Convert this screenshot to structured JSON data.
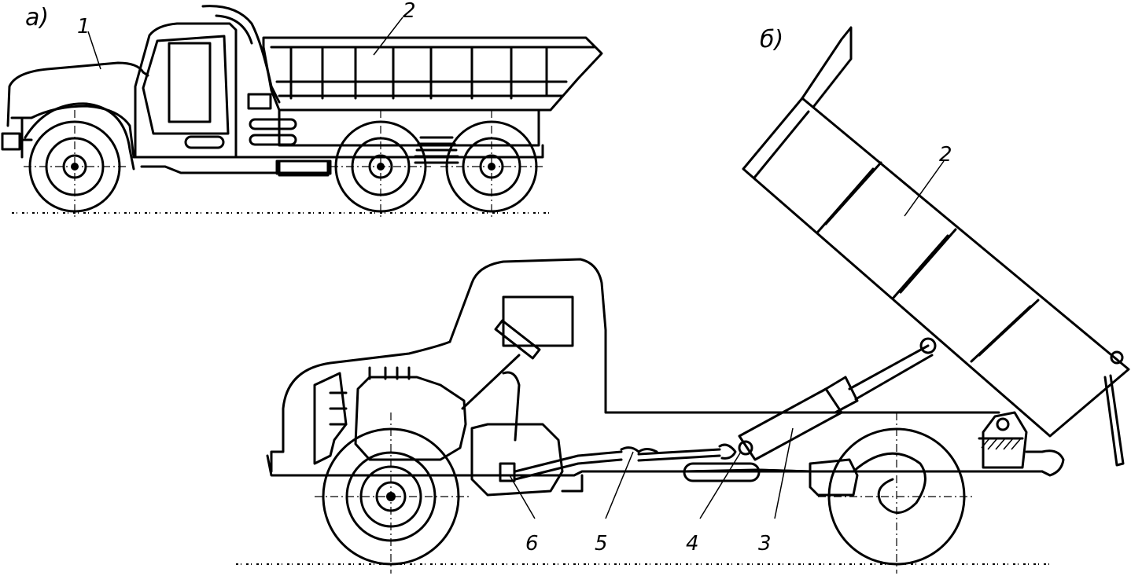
{
  "view_a": {
    "label": "а)",
    "callouts": {
      "cab_hood": "1",
      "body": "2"
    }
  },
  "view_b": {
    "label": "б)",
    "callouts": {
      "body": "2",
      "cylinder": "3",
      "shaft": "4",
      "coupling": "5",
      "pump": "6"
    }
  }
}
